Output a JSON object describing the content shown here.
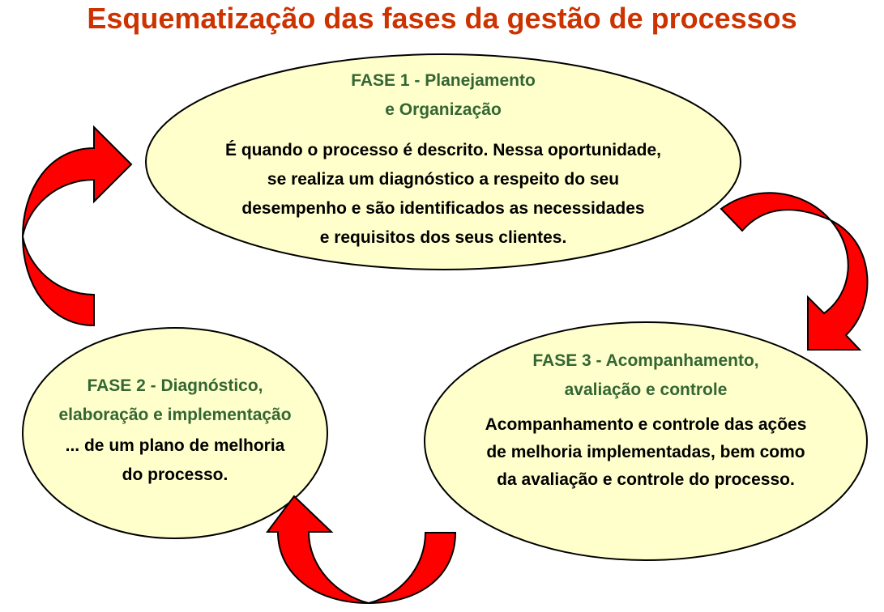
{
  "title": "Esquematização das fases da gestão de processos",
  "colors": {
    "title": "#cc3300",
    "heading": "#336633",
    "ellipse_fill": "#ffffcc",
    "arrow": "#ff0000"
  },
  "phases": [
    {
      "heading": [
        "FASE 1 - Planejamento",
        "e Organização"
      ],
      "body": [
        "É quando o processo é descrito. Nessa oportunidade,",
        "se realiza um diagnóstico a respeito do seu",
        "desempenho e são identificados as necessidades",
        "e requisitos dos seus clientes."
      ]
    },
    {
      "heading": [
        "FASE 2 - Diagnóstico,",
        "elaboração e implementação"
      ],
      "body": [
        "... de um plano de melhoria",
        "do processo."
      ]
    },
    {
      "heading": [
        "FASE 3 - Acompanhamento,",
        "avaliação e controle"
      ],
      "body": [
        "Acompanhamento e controle das ações",
        "de melhoria implementadas, bem como",
        "da avaliação e controle do processo."
      ]
    }
  ]
}
